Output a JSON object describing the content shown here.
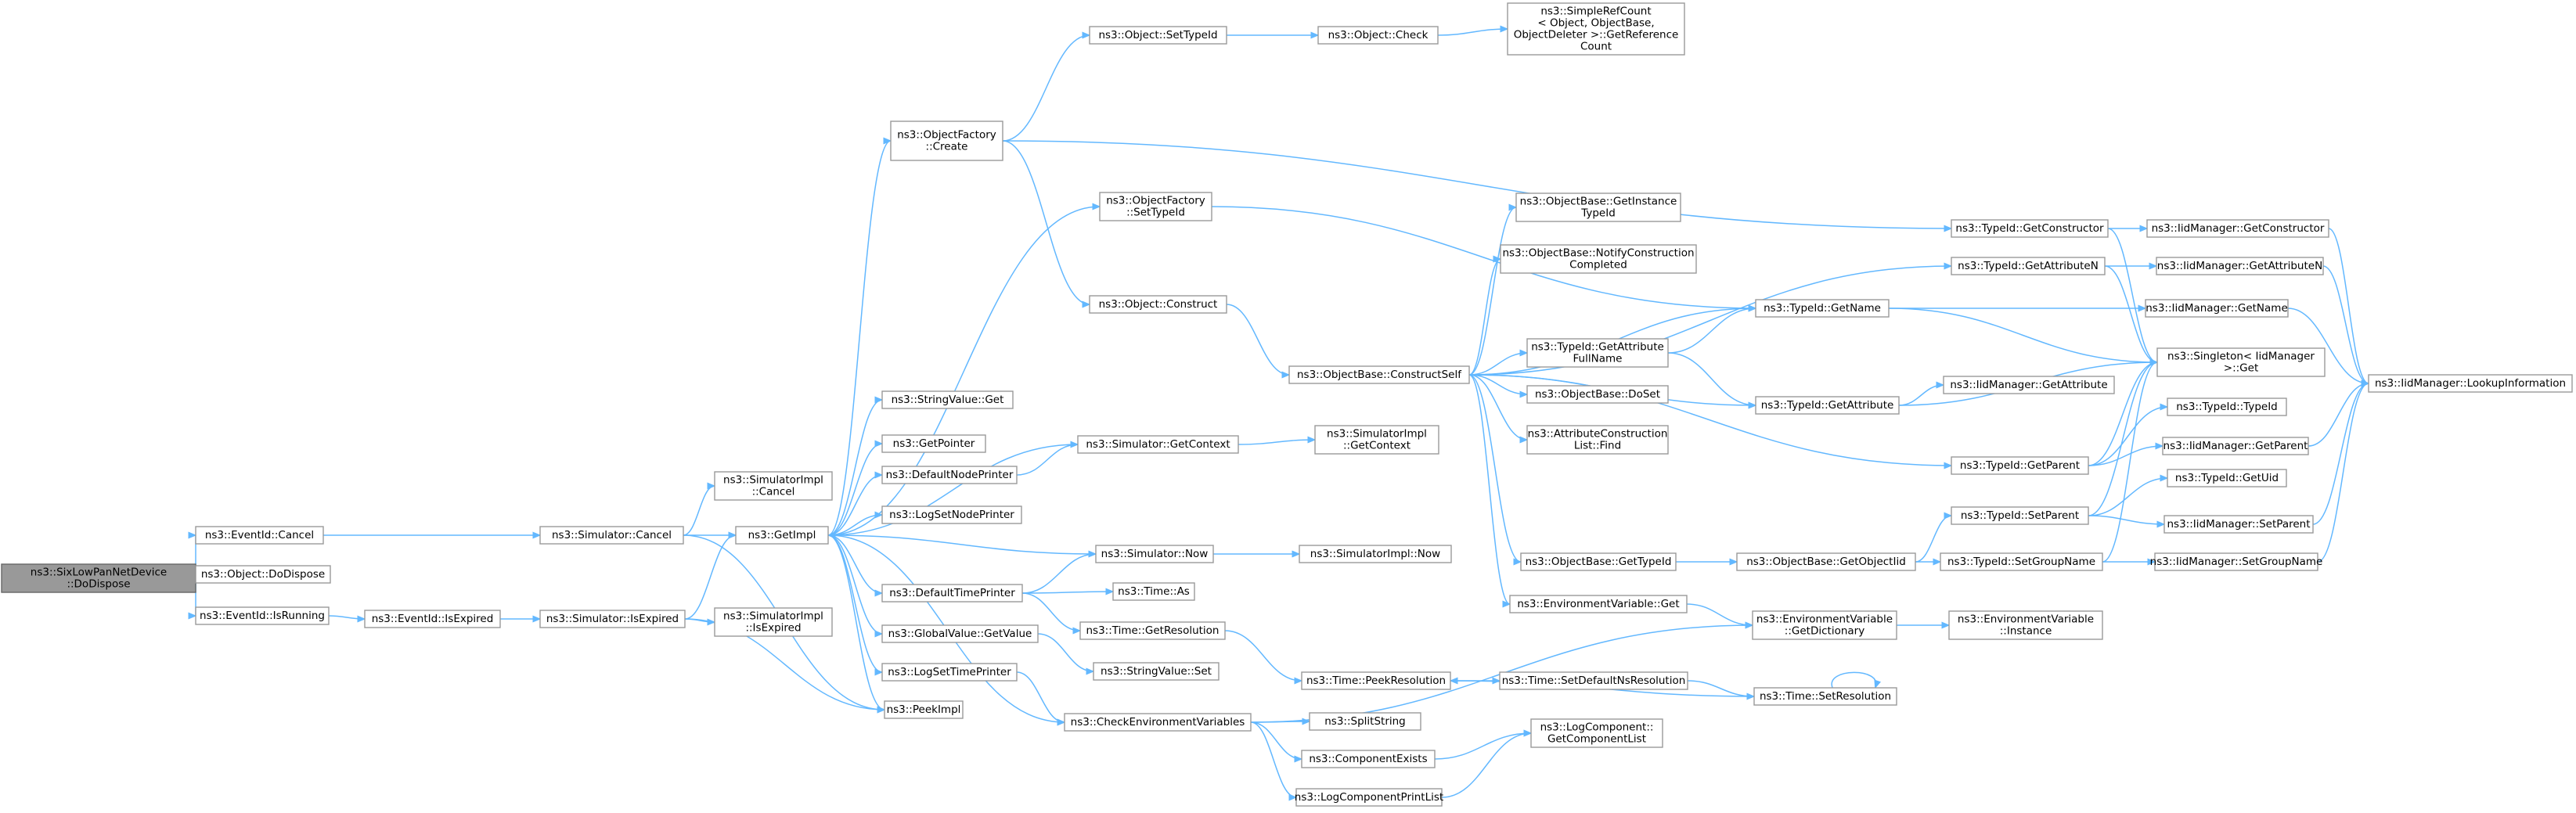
{
  "graph": {
    "title": "",
    "nodes": [
      {
        "id": "root",
        "lines": [
          "ns3::SixLowPanNetDevice",
          "::DoDispose"
        ],
        "root": true
      },
      {
        "id": "ev_cancel",
        "lines": [
          "ns3::EventId::Cancel"
        ]
      },
      {
        "id": "obj_dodispose",
        "lines": [
          "ns3::Object::DoDispose"
        ]
      },
      {
        "id": "ev_isrunning",
        "lines": [
          "ns3::EventId::IsRunning"
        ]
      },
      {
        "id": "ev_isexpired",
        "lines": [
          "ns3::EventId::IsExpired"
        ]
      },
      {
        "id": "sim_cancel",
        "lines": [
          "ns3::Simulator::Cancel"
        ]
      },
      {
        "id": "simimpl_cancel",
        "lines": [
          "ns3::SimulatorImpl",
          "::Cancel"
        ]
      },
      {
        "id": "sim_isexpired",
        "lines": [
          "ns3::Simulator::IsExpired"
        ]
      },
      {
        "id": "simimpl_isexpired",
        "lines": [
          "ns3::SimulatorImpl",
          "::IsExpired"
        ]
      },
      {
        "id": "getimpl",
        "lines": [
          "ns3::GetImpl"
        ]
      },
      {
        "id": "peekimpl",
        "lines": [
          "ns3::PeekImpl"
        ]
      },
      {
        "id": "objfactory_create",
        "lines": [
          "ns3::ObjectFactory",
          "::Create"
        ]
      },
      {
        "id": "objfactory_settypeid",
        "lines": [
          "ns3::ObjectFactory",
          "::SetTypeId"
        ]
      },
      {
        "id": "stringvalue_get",
        "lines": [
          "ns3::StringValue::Get"
        ]
      },
      {
        "id": "getpointer",
        "lines": [
          "ns3::GetPointer"
        ]
      },
      {
        "id": "defaultnodeprinter",
        "lines": [
          "ns3::DefaultNodePrinter"
        ]
      },
      {
        "id": "logsetnodeprinter",
        "lines": [
          "ns3::LogSetNodePrinter"
        ]
      },
      {
        "id": "defaulttimeprinter",
        "lines": [
          "ns3::DefaultTimePrinter"
        ]
      },
      {
        "id": "globalvalue_getvalue",
        "lines": [
          "ns3::GlobalValue::GetValue"
        ]
      },
      {
        "id": "logsettimeprinter",
        "lines": [
          "ns3::LogSetTimePrinter"
        ]
      },
      {
        "id": "obj_settypeid",
        "lines": [
          "ns3::Object::SetTypeId"
        ]
      },
      {
        "id": "obj_check",
        "lines": [
          "ns3::Object::Check"
        ]
      },
      {
        "id": "simplerefcount",
        "lines": [
          "ns3::SimpleRefCount",
          "< Object, ObjectBase,",
          "ObjectDeleter >::GetReference",
          "Count"
        ]
      },
      {
        "id": "obj_construct",
        "lines": [
          "ns3::Object::Construct"
        ]
      },
      {
        "id": "sim_getcontext",
        "lines": [
          "ns3::Simulator::GetContext"
        ]
      },
      {
        "id": "simimpl_getcontext",
        "lines": [
          "ns3::SimulatorImpl",
          "::GetContext"
        ]
      },
      {
        "id": "sim_now",
        "lines": [
          "ns3::Simulator::Now"
        ]
      },
      {
        "id": "simimpl_now",
        "lines": [
          "ns3::SimulatorImpl::Now"
        ]
      },
      {
        "id": "time_as",
        "lines": [
          "ns3::Time::As"
        ]
      },
      {
        "id": "time_getresolution",
        "lines": [
          "ns3::Time::GetResolution"
        ]
      },
      {
        "id": "stringvalue_set",
        "lines": [
          "ns3::StringValue::Set"
        ]
      },
      {
        "id": "checkenvvars",
        "lines": [
          "ns3::CheckEnvironmentVariables"
        ]
      },
      {
        "id": "objbase_constructself",
        "lines": [
          "ns3::ObjectBase::ConstructSelf"
        ]
      },
      {
        "id": "objbase_getinstancetypeid",
        "lines": [
          "ns3::ObjectBase::GetInstance",
          "TypeId"
        ]
      },
      {
        "id": "objbase_notifyconstruction",
        "lines": [
          "ns3::ObjectBase::NotifyConstruction",
          "Completed"
        ]
      },
      {
        "id": "typeid_getattributefullname",
        "lines": [
          "ns3::TypeId::GetAttribute",
          "FullName"
        ]
      },
      {
        "id": "objbase_doset",
        "lines": [
          "ns3::ObjectBase::DoSet"
        ]
      },
      {
        "id": "attrconstruction_find",
        "lines": [
          "ns3::AttributeConstruction",
          "List::Find"
        ]
      },
      {
        "id": "objbase_gettypeid",
        "lines": [
          "ns3::ObjectBase::GetTypeId"
        ]
      },
      {
        "id": "envvar_get",
        "lines": [
          "ns3::EnvironmentVariable::Get"
        ]
      },
      {
        "id": "time_peekresolution",
        "lines": [
          "ns3::Time::PeekResolution"
        ]
      },
      {
        "id": "time_setdefaultnsresolution",
        "lines": [
          "ns3::Time::SetDefaultNsResolution"
        ]
      },
      {
        "id": "splitstring",
        "lines": [
          "ns3::SplitString"
        ]
      },
      {
        "id": "componentexists",
        "lines": [
          "ns3::ComponentExists"
        ]
      },
      {
        "id": "logcomponentprintlist",
        "lines": [
          "ns3::LogComponentPrintList"
        ]
      },
      {
        "id": "typeid_getname",
        "lines": [
          "ns3::TypeId::GetName"
        ]
      },
      {
        "id": "typeid_getattribute",
        "lines": [
          "ns3::TypeId::GetAttribute"
        ]
      },
      {
        "id": "objbase_getobjectiid",
        "lines": [
          "ns3::ObjectBase::GetObjectIid"
        ]
      },
      {
        "id": "envvar_getdictionary",
        "lines": [
          "ns3::EnvironmentVariable",
          "::GetDictionary"
        ]
      },
      {
        "id": "time_setresolution",
        "lines": [
          "ns3::Time::SetResolution"
        ]
      },
      {
        "id": "logcomponent_getcomponentlist",
        "lines": [
          "ns3::LogComponent::",
          "GetComponentList"
        ]
      },
      {
        "id": "typeid_getconstructor",
        "lines": [
          "ns3::TypeId::GetConstructor"
        ]
      },
      {
        "id": "typeid_getattributen",
        "lines": [
          "ns3::TypeId::GetAttributeN"
        ]
      },
      {
        "id": "typeid_getparent",
        "lines": [
          "ns3::TypeId::GetParent"
        ]
      },
      {
        "id": "typeid_setparent",
        "lines": [
          "ns3::TypeId::SetParent"
        ]
      },
      {
        "id": "typeid_setgroupname",
        "lines": [
          "ns3::TypeId::SetGroupName"
        ]
      },
      {
        "id": "envvar_instance",
        "lines": [
          "ns3::EnvironmentVariable",
          "::Instance"
        ]
      },
      {
        "id": "iid_getconstructor",
        "lines": [
          "ns3::IidManager::GetConstructor"
        ]
      },
      {
        "id": "iid_getattributen",
        "lines": [
          "ns3::IidManager::GetAttributeN"
        ]
      },
      {
        "id": "iid_getname",
        "lines": [
          "ns3::IidManager::GetName"
        ]
      },
      {
        "id": "singleton_get",
        "lines": [
          "ns3::Singleton< IidManager",
          ">::Get"
        ]
      },
      {
        "id": "iid_getattribute",
        "lines": [
          "ns3::IidManager::GetAttribute"
        ]
      },
      {
        "id": "typeid_typeid",
        "lines": [
          "ns3::TypeId::TypeId"
        ]
      },
      {
        "id": "iid_getparent",
        "lines": [
          "ns3::IidManager::GetParent"
        ]
      },
      {
        "id": "typeid_getuid",
        "lines": [
          "ns3::TypeId::GetUid"
        ]
      },
      {
        "id": "iid_setparent",
        "lines": [
          "ns3::IidManager::SetParent"
        ]
      },
      {
        "id": "iid_setgroupname",
        "lines": [
          "ns3::IidManager::SetGroupName"
        ]
      },
      {
        "id": "iid_lookupinformation",
        "lines": [
          "ns3::IidManager::LookupInformation"
        ]
      }
    ],
    "edges": [
      [
        "root",
        "ev_cancel"
      ],
      [
        "root",
        "obj_dodispose"
      ],
      [
        "root",
        "ev_isrunning"
      ],
      [
        "ev_cancel",
        "sim_cancel"
      ],
      [
        "ev_isrunning",
        "ev_isexpired"
      ],
      [
        "ev_isexpired",
        "sim_isexpired"
      ],
      [
        "sim_cancel",
        "simimpl_cancel"
      ],
      [
        "sim_cancel",
        "getimpl"
      ],
      [
        "sim_cancel",
        "peekimpl"
      ],
      [
        "sim_isexpired",
        "getimpl"
      ],
      [
        "sim_isexpired",
        "simimpl_isexpired"
      ],
      [
        "sim_isexpired",
        "peekimpl"
      ],
      [
        "getimpl",
        "objfactory_create"
      ],
      [
        "getimpl",
        "objfactory_settypeid"
      ],
      [
        "getimpl",
        "stringvalue_get"
      ],
      [
        "getimpl",
        "getpointer"
      ],
      [
        "getimpl",
        "defaultnodeprinter"
      ],
      [
        "getimpl",
        "logsetnodeprinter"
      ],
      [
        "getimpl",
        "defaulttimeprinter"
      ],
      [
        "getimpl",
        "globalvalue_getvalue"
      ],
      [
        "getimpl",
        "logsettimeprinter"
      ],
      [
        "getimpl",
        "peekimpl"
      ],
      [
        "getimpl",
        "checkenvvars"
      ],
      [
        "objfactory_create",
        "obj_settypeid"
      ],
      [
        "objfactory_create",
        "obj_construct"
      ],
      [
        "objfactory_create",
        "typeid_getconstructor"
      ],
      [
        "obj_settypeid",
        "obj_check"
      ],
      [
        "obj_check",
        "simplerefcount"
      ],
      [
        "objfactory_settypeid",
        "typeid_getname"
      ],
      [
        "obj_construct",
        "objbase_constructself"
      ],
      [
        "defaultnodeprinter",
        "sim_getcontext"
      ],
      [
        "sim_getcontext",
        "getimpl"
      ],
      [
        "sim_getcontext",
        "simimpl_getcontext"
      ],
      [
        "defaulttimeprinter",
        "sim_now"
      ],
      [
        "defaulttimeprinter",
        "time_as"
      ],
      [
        "defaulttimeprinter",
        "time_getresolution"
      ],
      [
        "sim_now",
        "getimpl"
      ],
      [
        "sim_now",
        "simimpl_now"
      ],
      [
        "time_getresolution",
        "time_peekresolution"
      ],
      [
        "globalvalue_getvalue",
        "stringvalue_set"
      ],
      [
        "logsettimeprinter",
        "checkenvvars"
      ],
      [
        "checkenvvars",
        "envvar_getdictionary"
      ],
      [
        "checkenvvars",
        "splitstring"
      ],
      [
        "checkenvvars",
        "componentexists"
      ],
      [
        "checkenvvars",
        "logcomponentprintlist"
      ],
      [
        "objbase_constructself",
        "objbase_getinstancetypeid"
      ],
      [
        "objbase_constructself",
        "objbase_notifyconstruction"
      ],
      [
        "objbase_constructself",
        "typeid_getname"
      ],
      [
        "objbase_constructself",
        "typeid_getattributefullname"
      ],
      [
        "objbase_constructself",
        "objbase_doset"
      ],
      [
        "objbase_constructself",
        "attrconstruction_find"
      ],
      [
        "objbase_constructself",
        "typeid_getattribute"
      ],
      [
        "objbase_constructself",
        "typeid_getattributen"
      ],
      [
        "objbase_constructself",
        "typeid_getparent"
      ],
      [
        "objbase_constructself",
        "objbase_gettypeid"
      ],
      [
        "objbase_constructself",
        "envvar_get"
      ],
      [
        "typeid_getattributefullname",
        "typeid_getname"
      ],
      [
        "typeid_getattributefullname",
        "typeid_getattribute"
      ],
      [
        "objbase_gettypeid",
        "objbase_getobjectiid"
      ],
      [
        "objbase_getobjectiid",
        "typeid_setparent"
      ],
      [
        "objbase_getobjectiid",
        "typeid_setgroupname"
      ],
      [
        "envvar_get",
        "envvar_getdictionary"
      ],
      [
        "envvar_getdictionary",
        "envvar_instance"
      ],
      [
        "time_peekresolution",
        "time_setdefaultnsresolution"
      ],
      [
        "time_setdefaultnsresolution",
        "time_setresolution"
      ],
      [
        "time_setresolution",
        "time_setresolution"
      ],
      [
        "time_setresolution",
        "time_peekresolution"
      ],
      [
        "componentexists",
        "logcomponent_getcomponentlist"
      ],
      [
        "logcomponentprintlist",
        "logcomponent_getcomponentlist"
      ],
      [
        "typeid_getname",
        "iid_getname"
      ],
      [
        "typeid_getname",
        "singleton_get"
      ],
      [
        "typeid_getattribute",
        "iid_getattribute"
      ],
      [
        "typeid_getattribute",
        "singleton_get"
      ],
      [
        "typeid_getconstructor",
        "iid_getconstructor"
      ],
      [
        "typeid_getconstructor",
        "singleton_get"
      ],
      [
        "typeid_getattributen",
        "iid_getattributen"
      ],
      [
        "typeid_getattributen",
        "singleton_get"
      ],
      [
        "typeid_getparent",
        "typeid_typeid"
      ],
      [
        "typeid_getparent",
        "iid_getparent"
      ],
      [
        "typeid_getparent",
        "singleton_get"
      ],
      [
        "typeid_setparent",
        "typeid_getuid"
      ],
      [
        "typeid_setparent",
        "iid_setparent"
      ],
      [
        "typeid_setparent",
        "singleton_get"
      ],
      [
        "typeid_setgroupname",
        "iid_setgroupname"
      ],
      [
        "typeid_setgroupname",
        "singleton_get"
      ],
      [
        "iid_getconstructor",
        "iid_lookupinformation"
      ],
      [
        "iid_getattributen",
        "iid_lookupinformation"
      ],
      [
        "iid_getname",
        "iid_lookupinformation"
      ],
      [
        "iid_getparent",
        "iid_lookupinformation"
      ],
      [
        "iid_setparent",
        "iid_lookupinformation"
      ],
      [
        "iid_setgroupname",
        "iid_lookupinformation"
      ]
    ]
  }
}
